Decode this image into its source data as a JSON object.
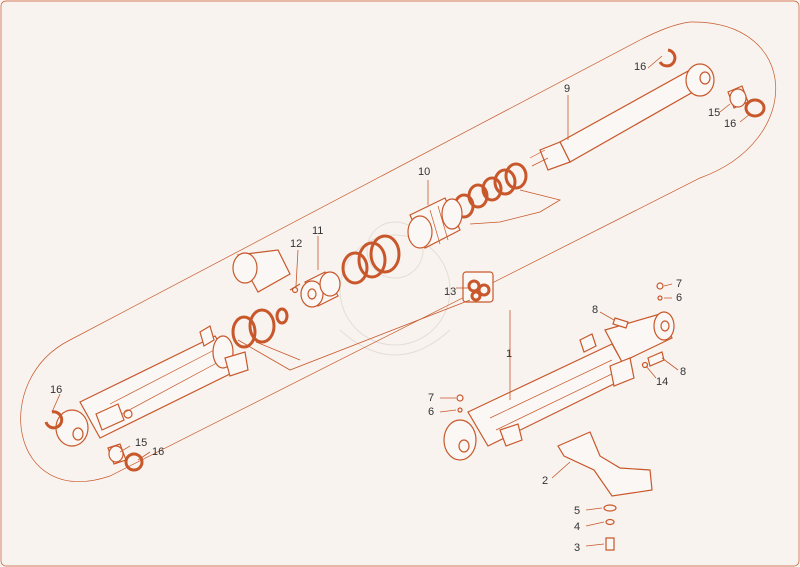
{
  "labels": {
    "p1": "1",
    "p2": "2",
    "p3": "3",
    "p4": "4",
    "p5": "5",
    "p6a": "6",
    "p6b": "6",
    "p7a": "7",
    "p7b": "7",
    "p8a": "8",
    "p8b": "8",
    "p9": "9",
    "p10": "10",
    "p11": "11",
    "p12": "12",
    "p13": "13",
    "p14": "14",
    "p15a": "15",
    "p15b": "15",
    "p16a": "16",
    "p16b": "16",
    "p16c": "16",
    "p16d": "16"
  },
  "colors": {
    "line": "#c8582b",
    "background": "#f8f3ef",
    "label": "#333333"
  }
}
